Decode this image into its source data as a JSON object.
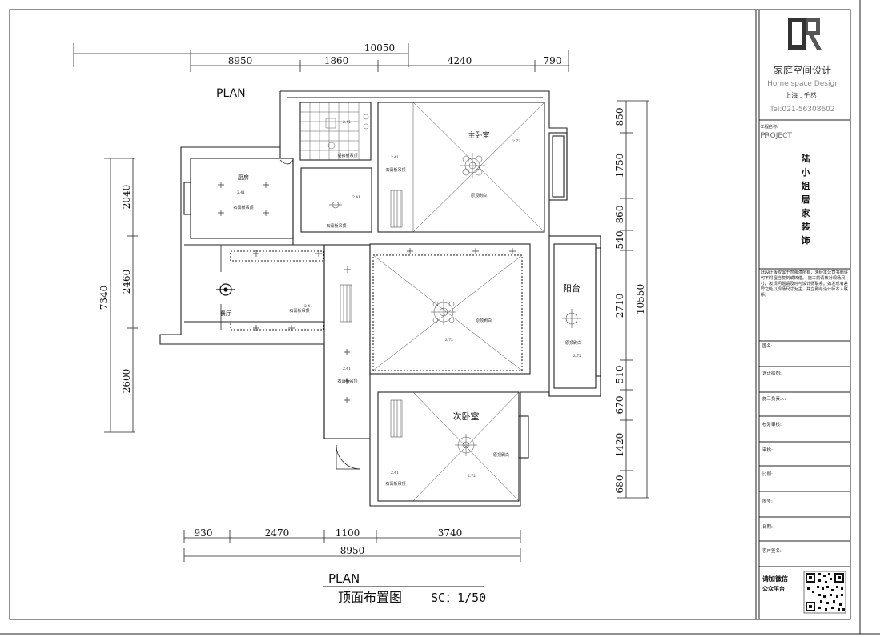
{
  "drawing": {
    "plan_label_top": "PLAN",
    "plan_label_bottom": "PLAN",
    "drawing_title": "顶面布置图",
    "scale": "SC：1/50"
  },
  "dimensions": {
    "top_overall": "10050",
    "top_segments": [
      "8950",
      "1860",
      "4240",
      "790"
    ],
    "bottom_overall": "8950",
    "bottom_segments": [
      "930",
      "2470",
      "1100",
      "3740"
    ],
    "left_overall": "7340",
    "left_segments": [
      "2040",
      "2460",
      "2600"
    ],
    "right_overall": "10550",
    "right_segments": [
      "850",
      "1750",
      "860",
      "540",
      "2710",
      "510",
      "670",
      "1420",
      "680"
    ]
  },
  "rooms": {
    "master_bedroom": "主卧室",
    "second_bedroom": "次卧室",
    "balcony": "阳台",
    "study": "厨房",
    "dining": "餐厅"
  },
  "notes": {
    "master_ceiling": "原顶刷白",
    "living_ceiling": "原顶刷白",
    "balcony_ceiling": "原顶刷白",
    "second_ceiling": "原顶刷白",
    "gypsum_1": "石膏板吊顶",
    "gypsum_2": "石膏板吊顶",
    "gypsum_3": "石膏板吊顶",
    "gypsum_4": "石膏板吊顶",
    "kitchen_ceiling": "铝扣板吊顶",
    "study_ceiling": "石膏板吊顶",
    "hall_ceiling": "石膏板吊顶",
    "elev_master": "2.72",
    "elev_kitchen": "2.41",
    "elev_hall": "2.41",
    "elev_study": "2.41",
    "elev_dining": "2.41",
    "elev_living": "2.72",
    "elev_balcony": "2.72",
    "elev_corridor": "2.41",
    "elev_second": "2.72",
    "elev_g1": "2.41",
    "elev_g2": "2.41"
  },
  "title_block": {
    "company_cn": "家庭空间设计",
    "company_en": "Home space Design",
    "location": "上海 . 千然",
    "tel": "Tel:021-56308602",
    "project_label_cn": "工程名称:",
    "project_label_en": "PROJECT",
    "project_name_chars": [
      "陆",
      "小",
      "姐",
      "居",
      "家",
      "装",
      "饰"
    ],
    "notice": "此设计版权属于然装潢所有，未经本公司书面许可不得擅自复制或转借。 施工前请核对现场尺寸，发现问题请及时与设计师联系。如发现有差异之处以现场尺寸为主，并立即与设计师本人联系。",
    "rows": [
      "图名:",
      "设计绘图:",
      "施工负责人:",
      "校对审核:",
      "审核:",
      "比例:",
      "图号:",
      "日期:",
      "客户签名:"
    ],
    "wechat_line1": "请加微信",
    "wechat_line2": "公众平台"
  }
}
